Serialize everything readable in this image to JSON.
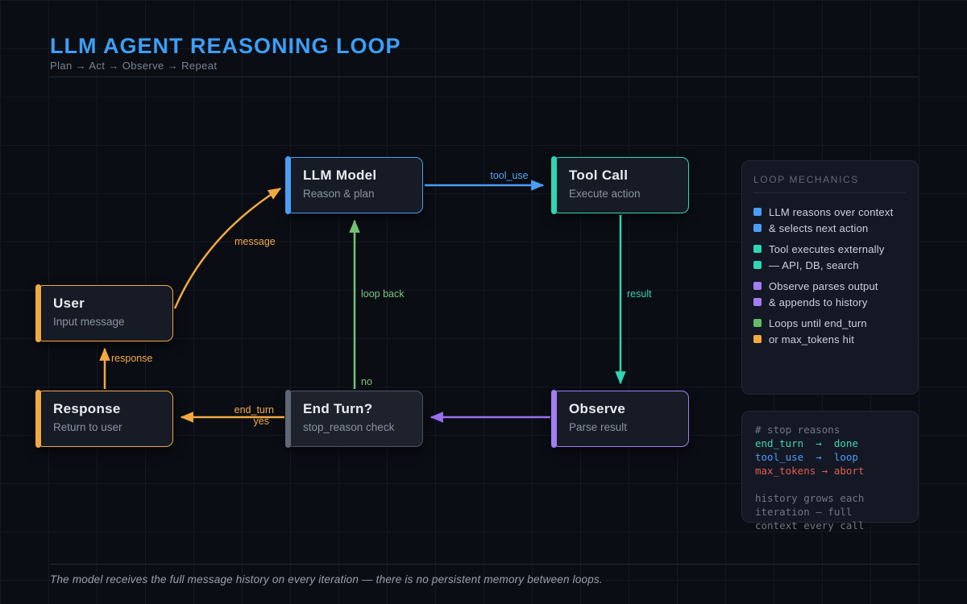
{
  "header": {
    "title": "LLM AGENT REASONING LOOP",
    "subtitle": "Plan → Act → Observe → Repeat"
  },
  "nodes": {
    "llm_model": {
      "title": "LLM Model",
      "subtitle": "Reason & plan",
      "accent": "#4a9df5"
    },
    "tool_call": {
      "title": "Tool Call",
      "subtitle": "Execute action",
      "accent": "#30d5b2"
    },
    "user": {
      "title": "User",
      "subtitle": "Input message",
      "accent": "#f3a942"
    },
    "end_turn": {
      "title": "End Turn?",
      "subtitle": "stop_reason check",
      "accent": "#5f6774"
    },
    "observe": {
      "title": "Observe",
      "subtitle": "Parse result",
      "accent": "#a37df5"
    },
    "response": {
      "title": "Response",
      "subtitle": "Return to user",
      "accent": "#f3a942"
    }
  },
  "edges": {
    "tool_use": "tool_use",
    "result": "result",
    "loop_back": "loop back",
    "no": "no",
    "end_turn": "end_turn",
    "yes": "yes",
    "response": "response",
    "message": "message"
  },
  "legend": {
    "title": "LOOP MECHANICS",
    "items": [
      {
        "color": "blue",
        "text": "LLM reasons over context"
      },
      {
        "color": "blue",
        "text": "& selects next action"
      },
      {
        "color": "teal",
        "text": "Tool executes externally"
      },
      {
        "color": "teal",
        "text": "— API, DB, search"
      },
      {
        "color": "purple",
        "text": "Observe parses output"
      },
      {
        "color": "purple",
        "text": "& appends to history"
      },
      {
        "color": "green",
        "text": "Loops until end_turn"
      },
      {
        "color": "orange",
        "text": "or max_tokens hit"
      }
    ]
  },
  "code_panel": {
    "lines": [
      {
        "text": "# stop reasons",
        "color": "gray"
      },
      {
        "text": "end_turn  →  done",
        "color": "teal"
      },
      {
        "text": "tool_use  →  loop",
        "color": "blue"
      },
      {
        "text": "max_tokens → abort",
        "color": "red"
      },
      {
        "text": "",
        "color": "gray"
      },
      {
        "text": "history grows each",
        "color": "gray"
      },
      {
        "text": "iteration — full",
        "color": "gray"
      },
      {
        "text": "context every call",
        "color": "gray"
      }
    ]
  },
  "footer": {
    "note": "The model receives the full message history on every iteration — there is no persistent memory between loops."
  },
  "colors": {
    "background": "#0a0d13",
    "grid": "#131824",
    "title_blue": "#3d9ef5",
    "node_background": "#161b26",
    "blue": "#4a9df5",
    "teal": "#30d5b2",
    "orange": "#f3a942",
    "purple": "#a37df5",
    "green": "#74c276",
    "red": "#e05b52",
    "gray": "#6e7685"
  }
}
